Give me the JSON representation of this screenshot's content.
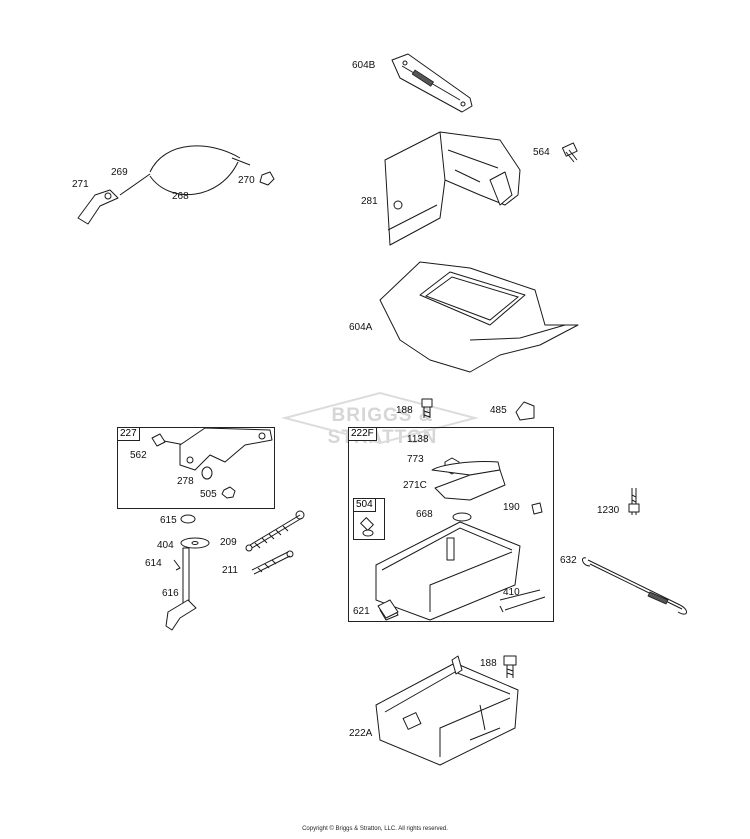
{
  "brand_watermark": "BRIGGS & STRATTON",
  "copyright": "Copyright © Briggs & Stratton, LLC. All rights reserved.",
  "groups": [
    {
      "id": "227",
      "label": "227"
    },
    {
      "id": "222F",
      "label": "222F"
    },
    {
      "id": "504",
      "label": "504"
    }
  ],
  "parts": {
    "p604B": "604B",
    "p564": "564",
    "p281": "281",
    "p269": "269",
    "p271": "271",
    "p268": "268",
    "p270": "270",
    "p604A": "604A",
    "p188a": "188",
    "p485": "485",
    "p562": "562",
    "p278": "278",
    "p505": "505",
    "p1138": "1138",
    "p773": "773",
    "p271C": "271C",
    "p668": "668",
    "p190": "190",
    "p1230": "1230",
    "p615": "615",
    "p404": "404",
    "p614": "614",
    "p616": "616",
    "p209": "209",
    "p211": "211",
    "p632": "632",
    "p410": "410",
    "p621": "621",
    "p188b": "188",
    "p222A": "222A"
  }
}
